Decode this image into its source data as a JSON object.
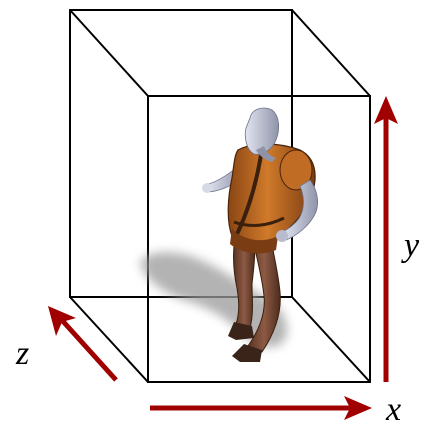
{
  "axes": {
    "x_label": "x",
    "y_label": "y",
    "z_label": "z",
    "arrow_color": "#a00000"
  },
  "box": {
    "edge_color": "#000000"
  },
  "figure": {
    "name": "character-figure",
    "palette": {
      "skin": "#c2c6d6",
      "skin_shade": "#8e93a8",
      "tunic": "#b8651f",
      "tunic_dark": "#6b3410",
      "pants": "#7a4a36",
      "pants_dark": "#4a2a1c",
      "strap": "#3a200d",
      "shadow": "#9a9a9a"
    }
  }
}
